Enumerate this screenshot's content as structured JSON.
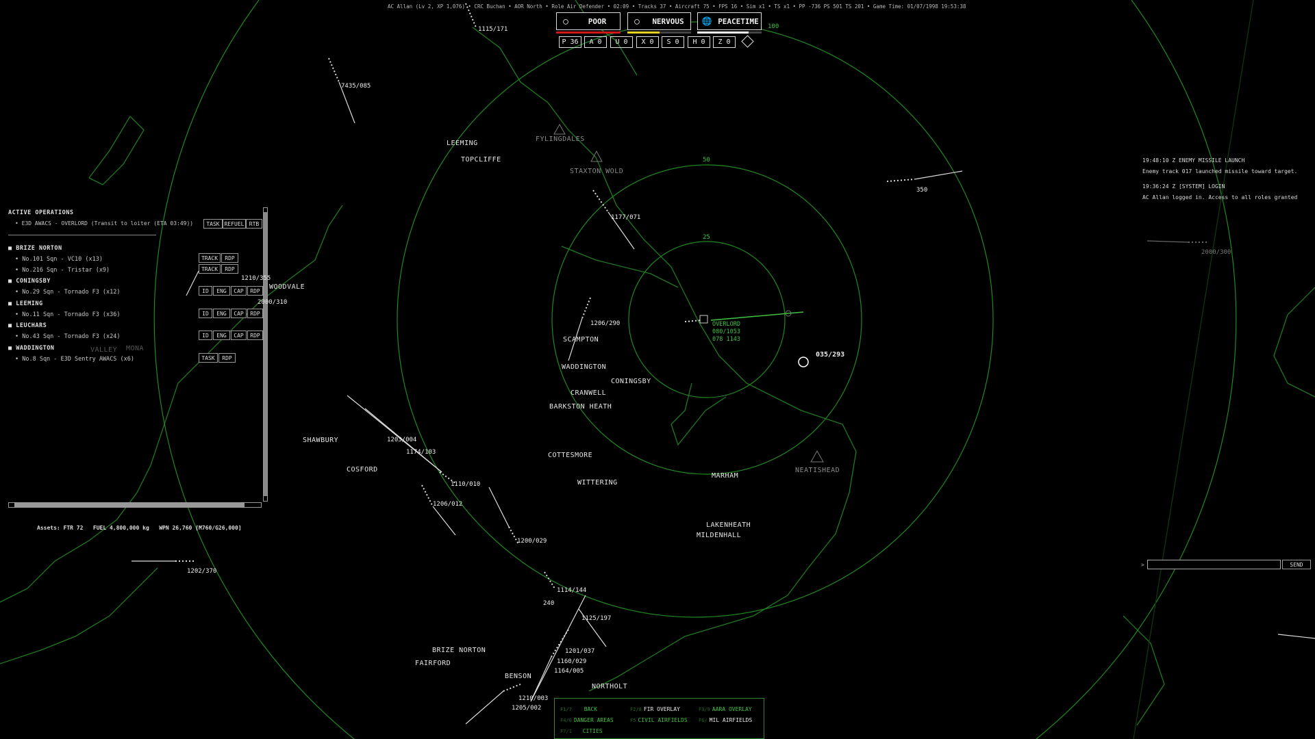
{
  "status_line": "AC Allan (Lv 2, XP 1,076) • CRC Buchan • AOR North • Role Air Defender • 02:09 • Tracks 37 • Aircraft 75 • FPS 16 • Sim x1 • TS x1 • PP -736 PS 501 TS 201 • Game Time: 01/07/1998 19:53:38",
  "indicators": [
    {
      "label": "POOR",
      "icon": "person-icon",
      "level": 1.0,
      "color": "#d01818"
    },
    {
      "label": "NERVOUS",
      "icon": "group-icon",
      "level": 0.5,
      "color": "#e8d020"
    },
    {
      "label": "PEACETIME",
      "icon": "globe-icon",
      "level": 0.8,
      "color": "#ffffff"
    }
  ],
  "counters": [
    "P 36",
    "A 0",
    "U 0",
    "X 0",
    "S 0",
    "H 0",
    "Z 0"
  ],
  "range_rings": [
    "100",
    "50",
    "25"
  ],
  "colors": {
    "map": "#1f7a1f",
    "accent": "#3ec43e",
    "track": "#ffffff"
  },
  "panel": {
    "title": "ACTIVE OPERATIONS",
    "operation": "• E3D AWACS - OVERLORD (Transit to loiter (ETA 03:49))",
    "op_buttons": [
      "TASK",
      "REFUEL",
      "RTB"
    ],
    "bases": [
      {
        "name": "BRIZE NORTON",
        "squadrons": [
          "• No.101 Sqn - VC10 (x13)",
          "• No.216 Sqn - Tristar (x9)"
        ],
        "buttons": [
          [
            "TRACK",
            "RDP"
          ],
          [
            "TRACK",
            "RDP"
          ]
        ]
      },
      {
        "name": "CONINGSBY",
        "squadrons": [
          "• No.29 Sqn - Tornado F3 (x12)"
        ],
        "buttons": [
          [
            "ID",
            "ENG",
            "CAP",
            "RDP"
          ]
        ]
      },
      {
        "name": "LEEMING",
        "squadrons": [
          "• No.11 Sqn - Tornado F3 (x36)"
        ],
        "buttons": [
          [
            "ID",
            "ENG",
            "CAP",
            "RDP"
          ]
        ]
      },
      {
        "name": "LEUCHARS",
        "squadrons": [
          "• No.43 Sqn - Tornado F3 (x24)"
        ],
        "buttons": [
          [
            "ID",
            "ENG",
            "CAP",
            "RDP"
          ]
        ]
      },
      {
        "name": "WADDINGTON",
        "squadrons": [
          "• No.8 Sqn - E3D Sentry AWACS (x6)"
        ],
        "buttons": [
          [
            "TASK",
            "RDP"
          ]
        ]
      }
    ],
    "assets": "Assets: FTR 72   FUEL 4,800,000 kg   WPN 26,760 [M760/G26,000]"
  },
  "places": [
    "LEEMING",
    "TOPCLIFFE",
    "FYLINGDALES",
    "STAXTON WOLD",
    "WOODVALE",
    "SCAMPTON",
    "WADDINGTON",
    "CONINGSBY",
    "CRANWELL",
    "BARKSTON HEATH",
    "SHAWBURY",
    "COSFORD",
    "COTTESMORE",
    "WITTERING",
    "MARHAM",
    "NEATISHEAD",
    "LAKENHEATH",
    "MILDENHALL",
    "BRIZE NORTON",
    "FAIRFORD",
    "BENSON",
    "NORTHOLT",
    "VALLEY",
    "MONA"
  ],
  "tracks": [
    "1115/171",
    "7435/085",
    "1177/071",
    "350",
    "1206/290",
    "035/293",
    "1203/004",
    "1174/103",
    "1110/010",
    "1206/012",
    "1200/029",
    "1202/370",
    "1114/144",
    "240",
    "1125/197",
    "1201/037",
    "1160/029",
    "1164/005",
    "1210/003",
    "1205/002",
    "2000/300",
    "1210/355",
    "2000/310"
  ],
  "awacs": {
    "name": "OVERLORD",
    "line1": "080/1053",
    "line2": "078 1143"
  },
  "log": [
    {
      "head": "19:48:10 Z  ENEMY MISSILE LAUNCH",
      "body": "Enemy track 017 launched missile toward target."
    },
    {
      "head": "19:36:24 Z [SYSTEM]  LOGIN",
      "body": "AC Allan logged in. Access to all roles granted"
    }
  ],
  "command": {
    "prompt": ">",
    "value": "",
    "send": "SEND"
  },
  "menu": [
    {
      "key": "F1/7",
      "label": "BACK",
      "active": false
    },
    {
      "key": "F2/8",
      "label": "FIR OVERLAY",
      "active": true
    },
    {
      "key": "F3/9",
      "label": "AARA OVERLAY",
      "active": false
    },
    {
      "key": "F4/0",
      "label": "DANGER AREAS",
      "active": false
    },
    {
      "key": "F5",
      "label": "CIVIL AIRFIELDS",
      "active": false
    },
    {
      "key": "F6/",
      "label": "MIL AIRFIELDS",
      "active": true
    },
    {
      "key": "F7/1",
      "label": "CITIES",
      "active": false
    }
  ]
}
